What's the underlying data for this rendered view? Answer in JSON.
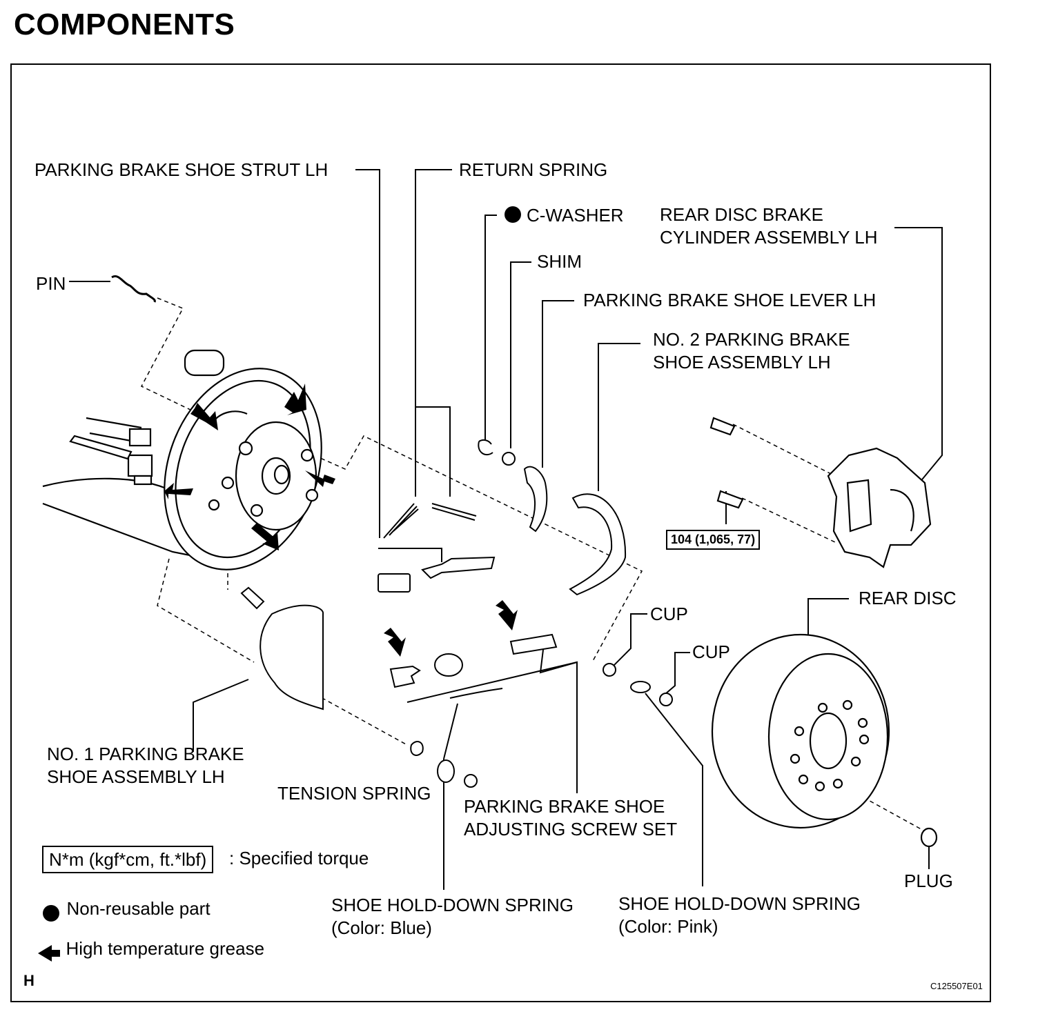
{
  "page": {
    "title": "COMPONENTS"
  },
  "labels": {
    "strut": "PARKING BRAKE SHOE STRUT LH",
    "return_spring": "RETURN SPRING",
    "c_washer": "C-WASHER",
    "shim": "SHIM",
    "rear_cylinder": "REAR DISC BRAKE\nCYLINDER ASSEMBLY LH",
    "pin": "PIN",
    "shoe_lever": "PARKING BRAKE SHOE LEVER LH",
    "no2_shoe": "NO. 2 PARKING BRAKE\nSHOE ASSEMBLY LH",
    "rear_disc": "REAR DISC",
    "cup_1": "CUP",
    "cup_2": "CUP",
    "no1_shoe": "NO. 1 PARKING BRAKE\nSHOE ASSEMBLY LH",
    "tension_spring": "TENSION SPRING",
    "adjusting_screw": "PARKING BRAKE SHOE\nADJUSTING SCREW SET",
    "plug": "PLUG",
    "holddown_blue": "SHOE HOLD-DOWN SPRING\n(Color: Blue)",
    "holddown_pink": "SHOE HOLD-DOWN SPRING\n(Color: Pink)"
  },
  "torque": {
    "cylinder_bolt": "104 (1,065, 77)"
  },
  "legend": {
    "torque_box": "N*m (kgf*cm, ft.*lbf)",
    "torque_text": ": Specified torque",
    "nonreusable_text": "Non-reusable part",
    "grease_text": "High temperature grease"
  },
  "footer": {
    "letter": "H",
    "code": "C125507E01"
  },
  "icons": {
    "nonreusable": "filled-circle-icon",
    "grease": "left-arrow-icon"
  }
}
